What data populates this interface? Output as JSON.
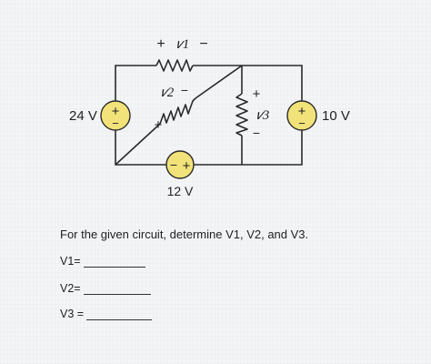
{
  "circuit": {
    "labels": {
      "v1_plus": "+",
      "v1_name": "𝑣1",
      "v1_minus": "−",
      "v2_name": "𝑣2",
      "v2_minus": "−",
      "v2_plus": "+",
      "v3_plus": "+",
      "v3_name": "𝑣3",
      "v3_minus": "−",
      "src24_value": "24 V",
      "src24_plus": "+",
      "src24_minus": "−",
      "src10_value": "10 V",
      "src10_plus": "+",
      "src10_minus": "−",
      "src12_value": "12 V",
      "src12_minus": "−",
      "src12_plus": "+"
    },
    "colors": {
      "source_fill": "#f2e27a",
      "wire": "#2a2a2a"
    }
  },
  "question": "For the given circuit, determine V1, V2, and V3.",
  "answers": [
    {
      "label": "V1="
    },
    {
      "label": "V2="
    },
    {
      "label": "V3 ="
    }
  ]
}
